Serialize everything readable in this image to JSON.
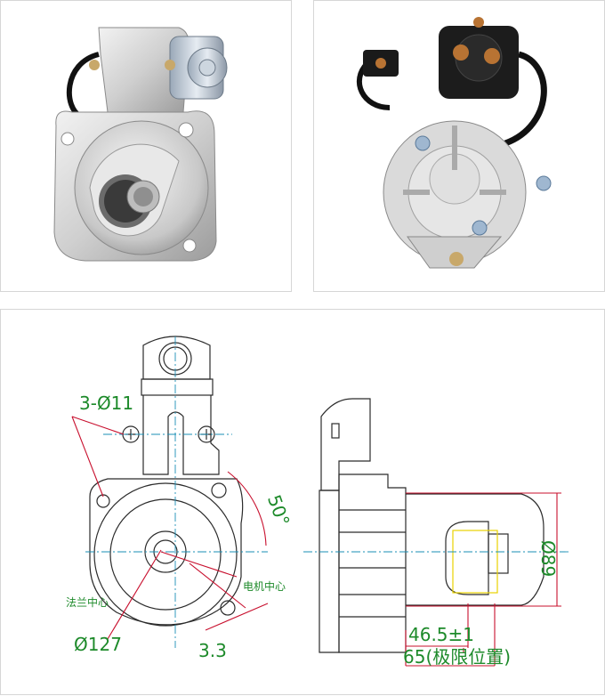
{
  "photos": [
    {
      "subject": "starter-motor-front-view"
    },
    {
      "subject": "starter-motor-rear-view"
    }
  ],
  "drawing": {
    "annotations": {
      "hole_pattern": "3-Ø11",
      "angle": "50°",
      "flange_center": "法兰中心",
      "motor_center": "电机中心",
      "pcd": "Ø127",
      "offset": "3.3",
      "body_dia": "Ø89",
      "dim_1": "46.5±1",
      "dim_2": "65(极限位置)"
    },
    "colors": {
      "line": "#2b2b2b",
      "dimension": "#c8102e",
      "centerline": "#1a8fb5",
      "text": "#1d8a2a",
      "highlight": "#e8d200"
    }
  }
}
